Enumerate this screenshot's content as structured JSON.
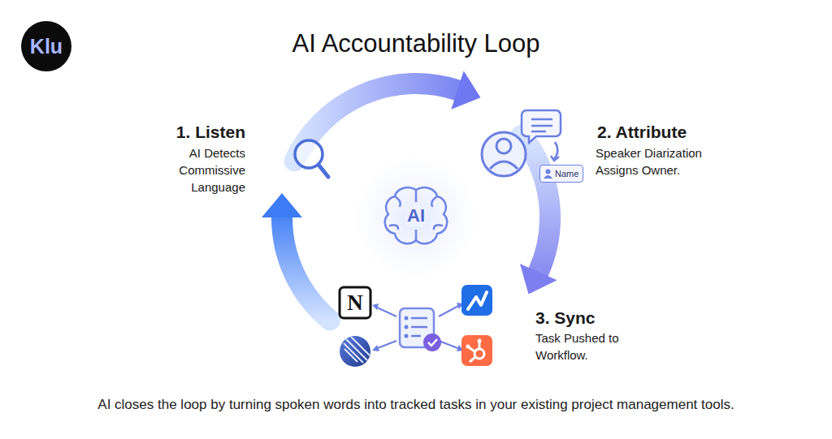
{
  "diagram": {
    "title": "AI Accountability Loop",
    "caption": "AI closes the loop by turning spoken words into tracked tasks in your existing project management tools.",
    "nodes": [
      {
        "text": [
          "Klu"
        ]
      },
      {
        "text": [
          "Name"
        ]
      },
      {
        "text": [
          "AI"
        ]
      }
    ],
    "labels": [
      "1. Listen",
      "AI Detects Commissive Language",
      "2. Attribute",
      "Speaker Diarization Assigns Owner.",
      "3. Sync",
      "Task Pushed to Workflow.",
      "N"
    ]
  }
}
